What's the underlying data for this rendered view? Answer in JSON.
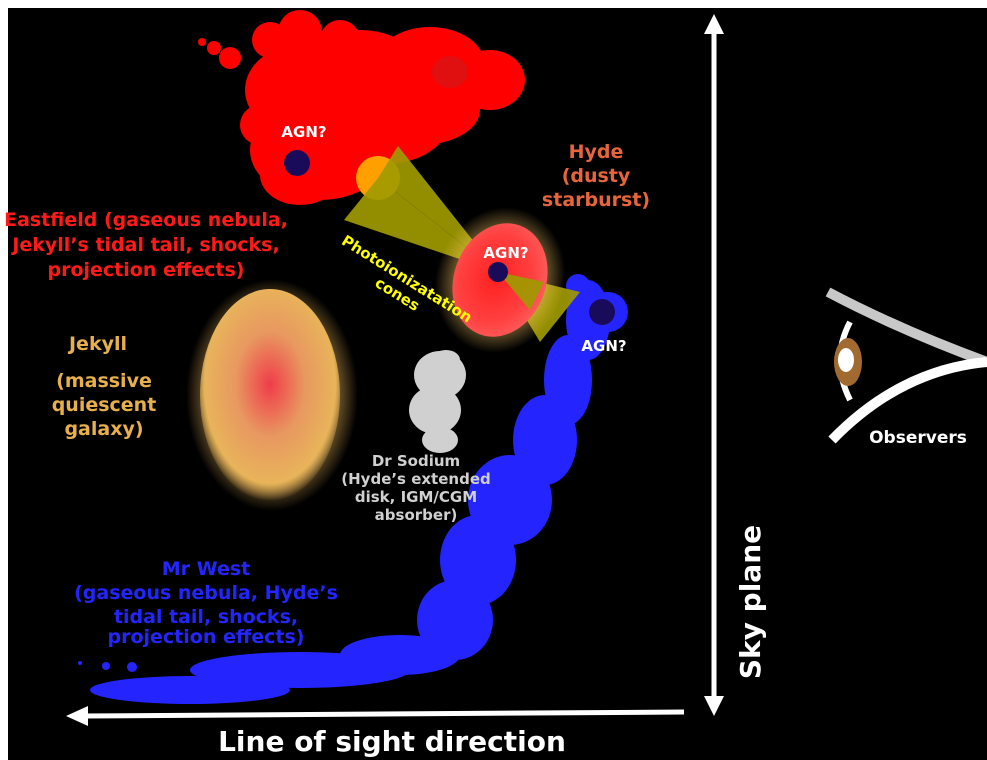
{
  "labels": {
    "eastfield": [
      "Eastfield (gaseous nebula,",
      "Jekyll’s tidal tail, shocks,",
      "projection effects)"
    ],
    "hyde": [
      "Hyde",
      "(dusty",
      "starburst)"
    ],
    "jekyll_name": "Jekyll",
    "jekyll_desc": [
      "(massive",
      "quiescent",
      "galaxy)"
    ],
    "dr_sodium": [
      "Dr Sodium",
      "(Hyde’s extended",
      "disk, IGM/CGM",
      "absorber)"
    ],
    "mr_west": [
      "Mr West",
      "(gaseous nebula, Hyde’s",
      "tidal tail, shocks,",
      "projection effects)"
    ],
    "agn_top": "AGN?",
    "agn_mid": "AGN?",
    "agn_right": "AGN?",
    "cones": [
      "Photoionizatation",
      "cones"
    ],
    "observers": "Observers",
    "sky_plane": "Sky plane",
    "line_of_sight": "Line of sight direction"
  },
  "colors": {
    "background": "#000000",
    "eastfield": "#ff0000",
    "hyde_text": "#e8643c",
    "jekyll_text": "#e8b04a",
    "dr_sodium": "#d0d0d0",
    "mr_west": "#2222ff",
    "cones": "#a09a00",
    "agn": "#1a0a5a",
    "cone_label": "#ffff00",
    "arrow": "#ffffff"
  },
  "icons": {
    "observer": "eye-icon"
  }
}
